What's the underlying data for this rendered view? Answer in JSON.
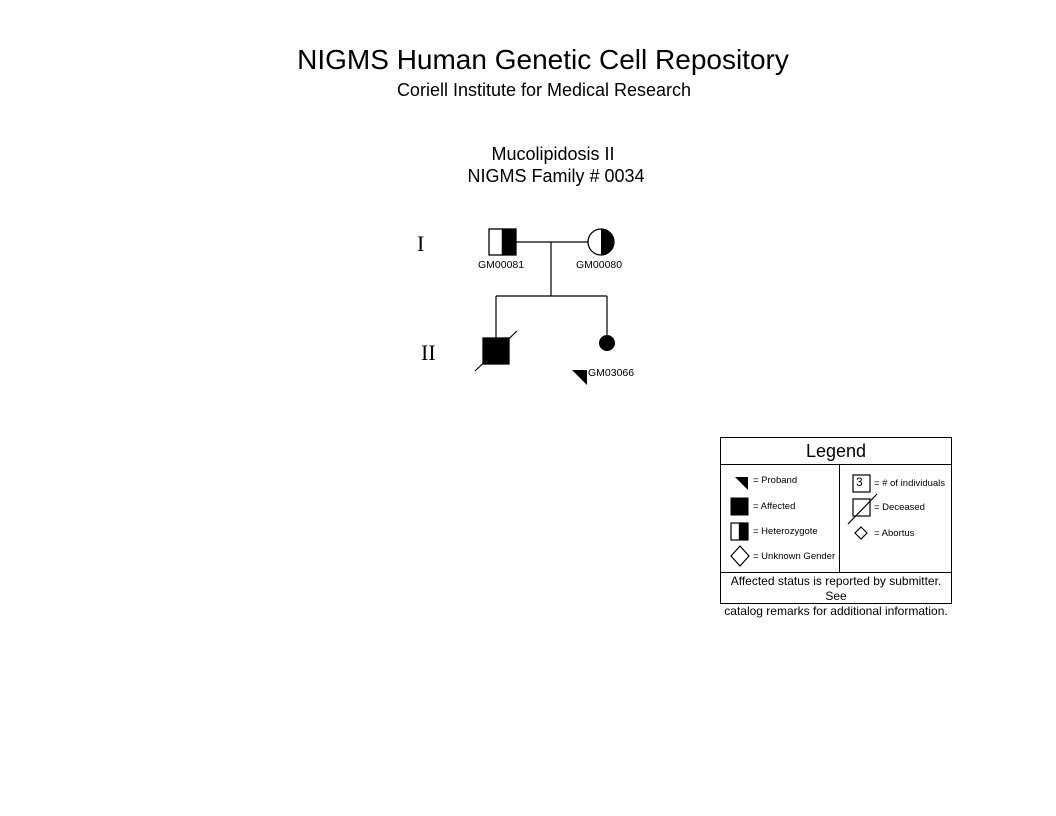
{
  "header": {
    "title": "NIGMS Human Genetic Cell Repository",
    "subtitle": "Coriell Institute for Medical Research"
  },
  "pedigree": {
    "disease": "Mucolipidosis II",
    "family": "NIGMS Family # 0034",
    "generations": [
      "I",
      "II"
    ],
    "individuals": [
      {
        "id": "GM00081",
        "sex": "male",
        "status": "heterozygote",
        "generation": "I"
      },
      {
        "id": "GM00080",
        "sex": "female",
        "status": "heterozygote",
        "generation": "I"
      },
      {
        "id": "",
        "sex": "male",
        "status": "affected",
        "deceased": true,
        "generation": "II"
      },
      {
        "id": "GM03066",
        "sex": "female",
        "status": "affected",
        "proband": true,
        "generation": "II"
      }
    ]
  },
  "legend": {
    "title": "Legend",
    "proband": "= Proband",
    "affected": "= Affected",
    "heterozygote": "= Heterozygote",
    "unknown_gender": "= Unknown Gender",
    "individuals_number": "3",
    "individuals": "= # of individuals",
    "deceased": "= Deceased",
    "abortus": "= Abortus",
    "footer_line1": "Affected status is reported by submitter. See",
    "footer_line2": "catalog remarks for additional information."
  }
}
